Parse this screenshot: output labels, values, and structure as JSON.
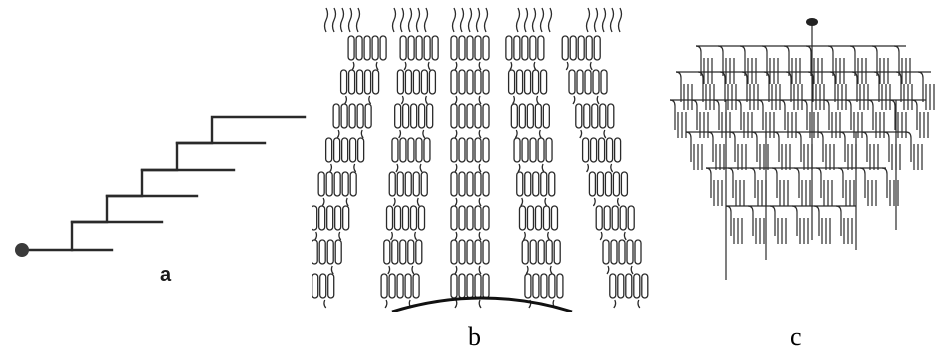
{
  "figure": {
    "panels": [
      {
        "id": "a",
        "label": "a",
        "content": "staircase-branching"
      },
      {
        "id": "b",
        "label": "b",
        "content": "fan-of-columns"
      },
      {
        "id": "c",
        "label": "c",
        "content": "dendritic-tree"
      }
    ],
    "colors": {
      "ink": "#2a2a2a",
      "background": "#ffffff",
      "node": "#3a3a3a"
    }
  }
}
